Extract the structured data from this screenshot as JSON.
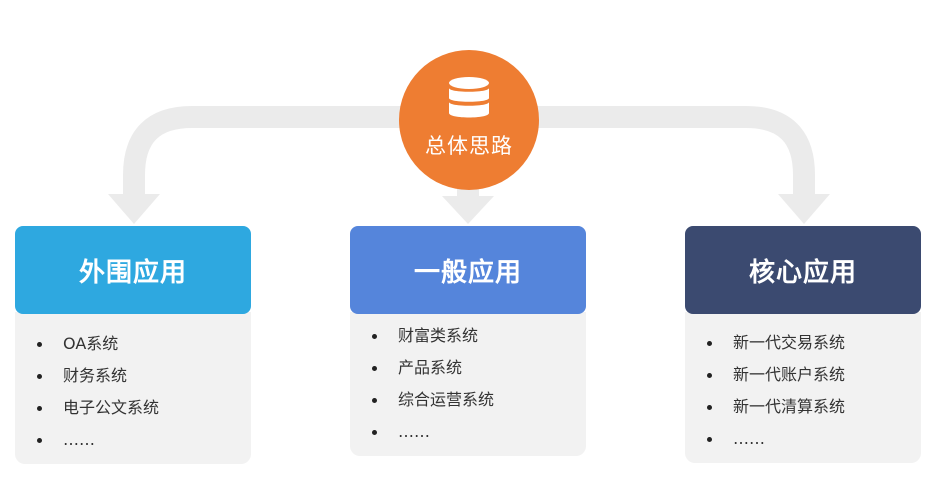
{
  "center": {
    "title": "总体思路",
    "icon": "database-icon",
    "color": "#ee7d32"
  },
  "cards": [
    {
      "title": "外围应用",
      "color": "#2ea8e0",
      "items": [
        "OA系统",
        "财务系统",
        "电子公文系统",
        "……"
      ]
    },
    {
      "title": "一般应用",
      "color": "#5585db",
      "items": [
        "财富类系统",
        "产品系统",
        "综合运营系统",
        "……"
      ]
    },
    {
      "title": "核心应用",
      "color": "#3b4a70",
      "items": [
        "新一代交易系统",
        "新一代账户系统",
        "新一代清算系统",
        "……"
      ]
    }
  ],
  "connector_color": "#ebebeb"
}
